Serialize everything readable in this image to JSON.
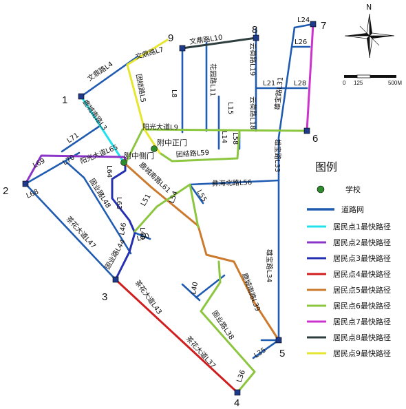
{
  "colors": {
    "road": "#1f5bb0",
    "point_fill": "#1e3a8a",
    "school": "#2e8b2e",
    "path1": "#22e0ec",
    "path2": "#8b35c9",
    "path3": "#2430b0",
    "path4": "#d01e1e",
    "path5": "#cc7a2e",
    "path6": "#8cc63f",
    "path7": "#cc33cc",
    "path8": "#2e3e3e",
    "path9": "#e6e630"
  },
  "compass": {
    "north": "N"
  },
  "scale": {
    "zero": "0",
    "mid": "125",
    "end": "500M"
  },
  "school": {
    "main_gate": "附中正门",
    "side_gate": "附中侧门"
  },
  "points": [
    {
      "id": "1"
    },
    {
      "id": "2"
    },
    {
      "id": "3"
    },
    {
      "id": "4"
    },
    {
      "id": "5"
    },
    {
      "id": "6"
    },
    {
      "id": "7"
    },
    {
      "id": "8"
    },
    {
      "id": "9"
    }
  ],
  "roads": [
    "文鼎路L4",
    "文鼎路L7",
    "文鼎路L10",
    "鹿城南路L3",
    "L71",
    "阳光大道L65",
    "L69",
    "L70",
    "L68",
    "固业路L48",
    "阳光大道L9",
    "团结路L5",
    "L8",
    "花园路L11",
    "云荷路L18",
    "云荷路L19",
    "L21",
    "L28",
    "L26",
    "L24",
    "雄宝路L31",
    "雄宝路L33",
    "L15",
    "L14",
    "L58",
    "团结路L59",
    "L64",
    "L63",
    "L51",
    "L54",
    "L55",
    "彝海北路L56",
    "鹿城南路L61",
    "L49",
    "L46",
    "L50",
    "固业路L44",
    "茶花大道L47",
    "茶花大道L43",
    "茶花大道L37",
    "L40",
    "固业路L38",
    "鹿城南路L39",
    "雄宝路L34",
    "L35",
    "L36"
  ],
  "legend": {
    "title": "图例",
    "items": [
      {
        "label": "学校",
        "type": "school",
        "color": "#2e8b2e"
      },
      {
        "label": "道路网",
        "type": "road",
        "color": "#1f5bb0"
      },
      {
        "label": "居民点1最快路径",
        "type": "line",
        "color": "#22e0ec"
      },
      {
        "label": "居民点2最快路径",
        "type": "line",
        "color": "#8b35c9"
      },
      {
        "label": "居民点3最快路径",
        "type": "line",
        "color": "#2430b0"
      },
      {
        "label": "居民点4最快路径",
        "type": "line",
        "color": "#d01e1e"
      },
      {
        "label": "居民点5最快路径",
        "type": "line",
        "color": "#cc7a2e"
      },
      {
        "label": "居民点6最快路径",
        "type": "line",
        "color": "#8cc63f"
      },
      {
        "label": "居民点7最快路径",
        "type": "line",
        "color": "#cc33cc"
      },
      {
        "label": "居民点8最快路径",
        "type": "line",
        "color": "#2e3e3e"
      },
      {
        "label": "居民点9最快路径",
        "type": "line",
        "color": "#e6e630"
      }
    ]
  }
}
